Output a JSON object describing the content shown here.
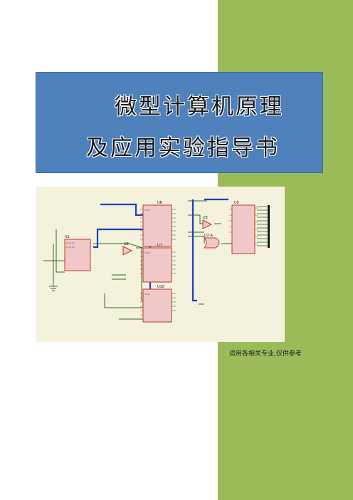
{
  "title": {
    "line1": "微型计算机原理",
    "line2": "及应用实验指导书"
  },
  "subtitle": "适用各相关专业,仅供参考",
  "schematic": {
    "labels": [
      "U1",
      "U8",
      "U6",
      "U7",
      "U10",
      "U3",
      "U2:A",
      "U5"
    ]
  },
  "colors": {
    "cover_blue": "#4f81bd",
    "side_green": "#9bbb59",
    "schematic_bg": "#f4f1dc",
    "bus_blue": "#1f3fbf",
    "chip_red": "#c0392b",
    "wire_green": "#2e6b2e"
  }
}
